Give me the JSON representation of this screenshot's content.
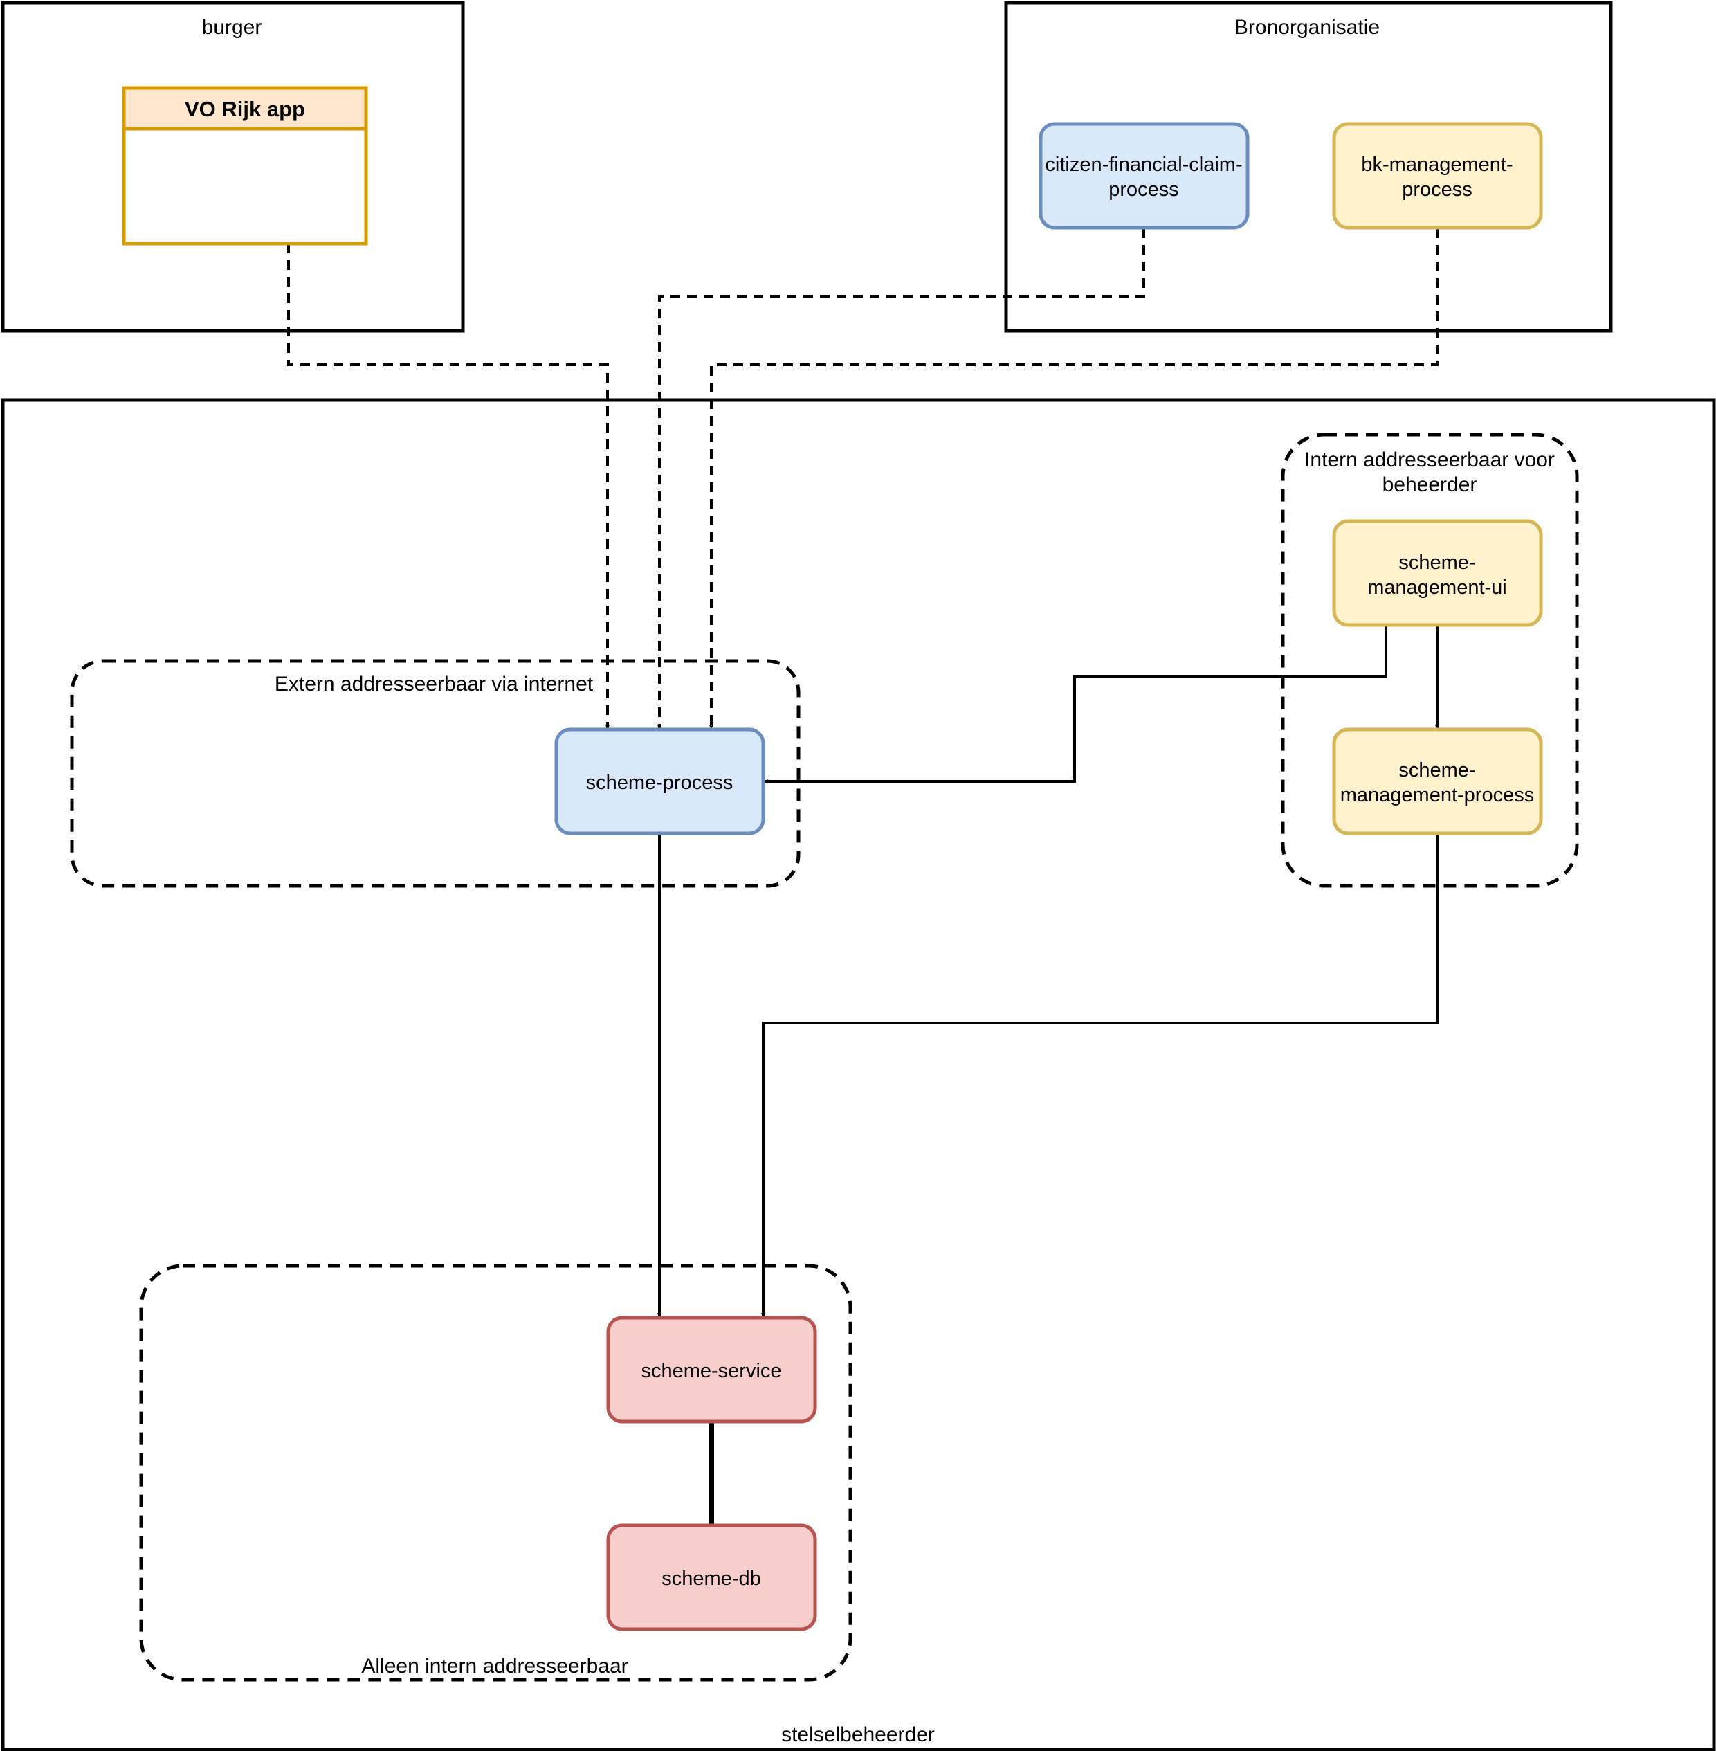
{
  "containers": {
    "burger": "burger",
    "bronorganisatie": "Bronorganisatie",
    "stelselbeheerder": "stelselbeheerder"
  },
  "zones": {
    "extern": "Extern addresseerbaar via internet",
    "intern_beheerder_line1": "Intern addresseerbaar voor",
    "intern_beheerder_line2": "beheerder",
    "alleen_intern": "Alleen intern addresseerbaar"
  },
  "components": {
    "vo_rijk_app": "VO Rijk app",
    "citizen_financial_claim_process_line1": "citizen-financial-claim-",
    "citizen_financial_claim_process_line2": "process",
    "bk_management_process_line1": "bk-management-",
    "bk_management_process_line2": "process",
    "scheme_process": "scheme-process",
    "scheme_management_ui_line1": "scheme-",
    "scheme_management_ui_line2": "management-ui",
    "scheme_management_process_line1": "scheme-",
    "scheme_management_process_line2": "management-process",
    "scheme_service": "scheme-service",
    "scheme_db": "scheme-db"
  },
  "colors": {
    "blue_fill": "#dae8fc",
    "blue_stroke": "#6c8ebf",
    "yellow_fill": "#fff2cc",
    "yellow_stroke": "#d6b656",
    "red_fill": "#f8cecc",
    "red_stroke": "#b85450",
    "orange_fill": "#ffe6cc",
    "orange_stroke": "#d79b00"
  },
  "connections": [
    {
      "from": "VO Rijk app",
      "to": "scheme-process",
      "style": "dashed"
    },
    {
      "from": "citizen-financial-claim-process",
      "to": "scheme-process",
      "style": "dashed"
    },
    {
      "from": "bk-management-process",
      "to": "scheme-process",
      "style": "dashed"
    },
    {
      "from": "scheme-management-ui",
      "to": "scheme-process",
      "style": "solid"
    },
    {
      "from": "scheme-management-ui",
      "to": "scheme-management-process",
      "style": "solid"
    },
    {
      "from": "scheme-process",
      "to": "scheme-service",
      "style": "solid"
    },
    {
      "from": "scheme-management-process",
      "to": "scheme-service",
      "style": "solid"
    },
    {
      "from": "scheme-service",
      "to": "scheme-db",
      "style": "solid-thick"
    }
  ]
}
